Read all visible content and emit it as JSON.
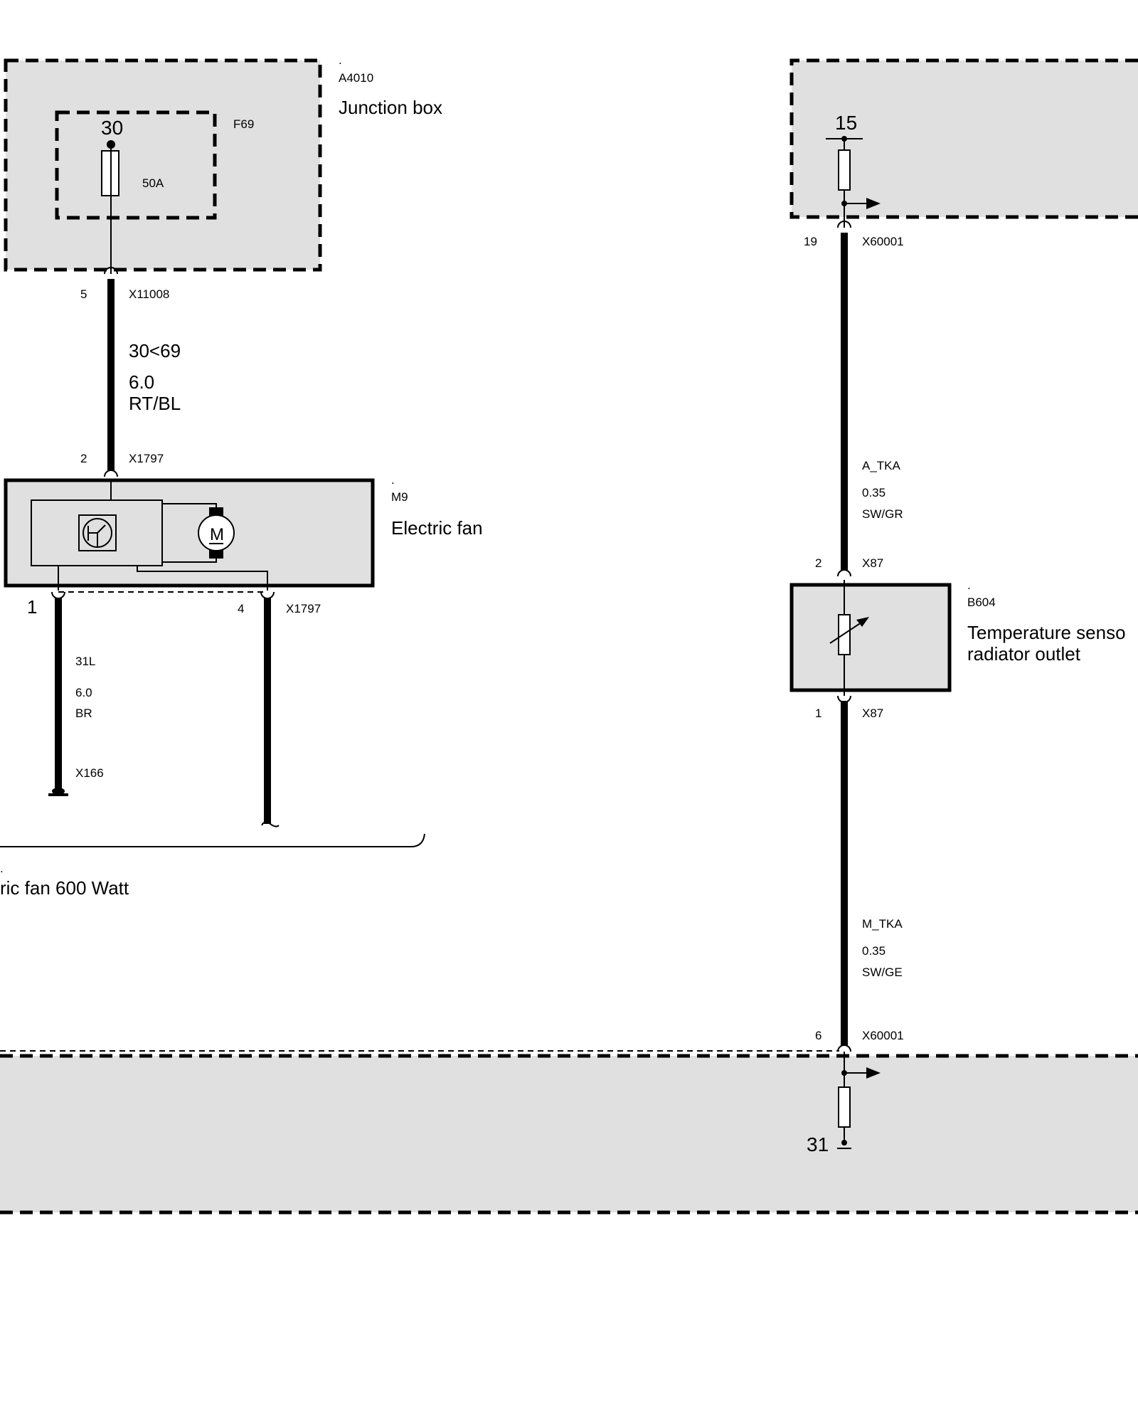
{
  "junction_box": {
    "dot": ".",
    "id": "A4010",
    "name": "Junction box",
    "fuse_id": "F69",
    "fuse_terminal": "30",
    "fuse_rating": "50A"
  },
  "wire_fuse_to_fan": {
    "top_pin": "5",
    "top_connector": "X11008",
    "signal": "30<69",
    "gauge": "6.0",
    "color": "RT/BL",
    "bottom_pin": "2",
    "bottom_connector": "X1797"
  },
  "electric_fan": {
    "dot": ".",
    "id": "M9",
    "name": "Electric fan",
    "motor_symbol": "M",
    "pin_left": "1",
    "pin_right": "4",
    "connector_right": "X1797"
  },
  "ground_wire": {
    "signal": "31L",
    "gauge": "6.0",
    "color": "BR",
    "ground_connector": "X166"
  },
  "fan_group": {
    "dot": ".",
    "label": "ric fan 600 Watt"
  },
  "right_module_top": {
    "terminal": "15",
    "pin": "19",
    "connector": "X60001"
  },
  "wire_a_tka": {
    "signal": "A_TKA",
    "gauge": "0.35",
    "color": "SW/GR",
    "pin": "2",
    "connector": "X87"
  },
  "temp_sensor": {
    "dot": ".",
    "id": "B604",
    "name_line1": "Temperature senso",
    "name_line2": "radiator outlet",
    "pin_bottom": "1",
    "connector_bottom": "X87"
  },
  "wire_m_tka": {
    "signal": "M_TKA",
    "gauge": "0.35",
    "color": "SW/GE",
    "pin": "6",
    "connector": "X60001"
  },
  "bottom_module": {
    "terminal": "31"
  }
}
